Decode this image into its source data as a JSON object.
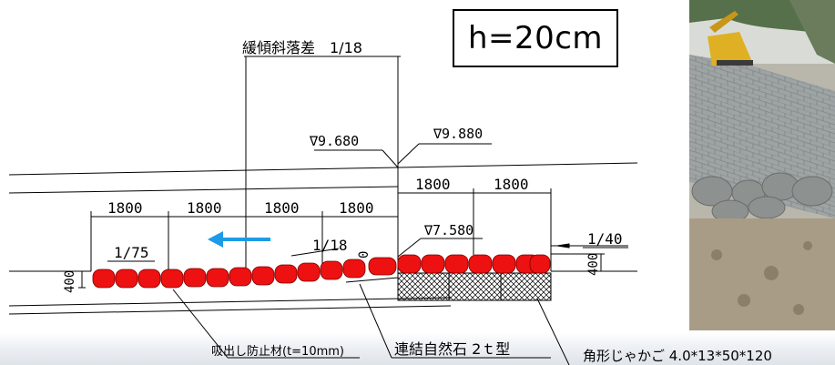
{
  "height_label": "h=20cm",
  "labels": {
    "gentle_slope": "緩傾斜落差　1/18",
    "level_left": "∇9.680",
    "level_right": "∇9.880",
    "level_mid": "∇7.580",
    "slope_1_75": "1/75",
    "slope_1_18": "1/18",
    "slope_1_40": "1/40",
    "zero": "0",
    "height_400_left": "400",
    "height_400_right": "400",
    "anti_scour": "吸出し防止材(t=10mm)",
    "stone_type": "連結自然石 2ｔ型",
    "gabion": "角形じゃかご 4.0*13*50*120"
  },
  "dimensions": [
    "1800",
    "1800",
    "1800",
    "1800",
    "1800",
    "1800"
  ],
  "colors": {
    "stone_fill": "#ee1111",
    "arrow": "#1e9be6",
    "line": "#000000"
  },
  "icons": {
    "flow_arrow": "left-arrow-icon"
  }
}
